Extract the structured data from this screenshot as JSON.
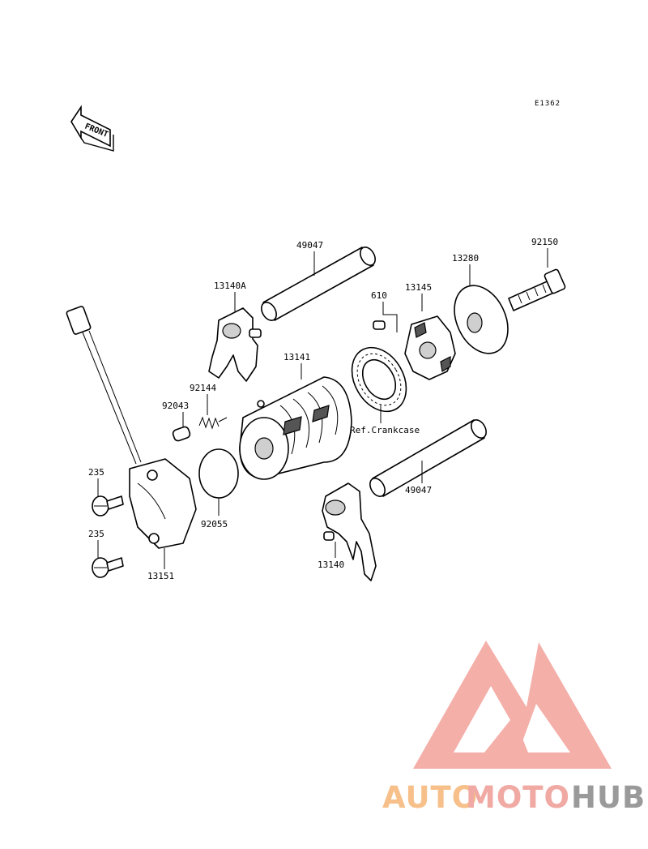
{
  "diagram": {
    "code": "E1362",
    "front_label": "FRONT",
    "reference": "Ref.Crankcase"
  },
  "parts": {
    "p49047_a": "49047",
    "p49047_b": "49047",
    "p13140A": "13140A",
    "p13140": "13140",
    "p13141": "13141",
    "p92144": "92144",
    "p92043": "92043",
    "p92055": "92055",
    "p235_a": "235",
    "p235_b": "235",
    "p13151": "13151",
    "p610": "610",
    "p13145": "13145",
    "p13280": "13280",
    "p92150": "92150"
  },
  "watermark": {
    "word_1": "AUTO",
    "word_2": "MOTO",
    "word_3": "HUB",
    "color_1": "#F7C08A",
    "color_2": "#F0A9A3",
    "color_3": "#9A9A9A"
  }
}
